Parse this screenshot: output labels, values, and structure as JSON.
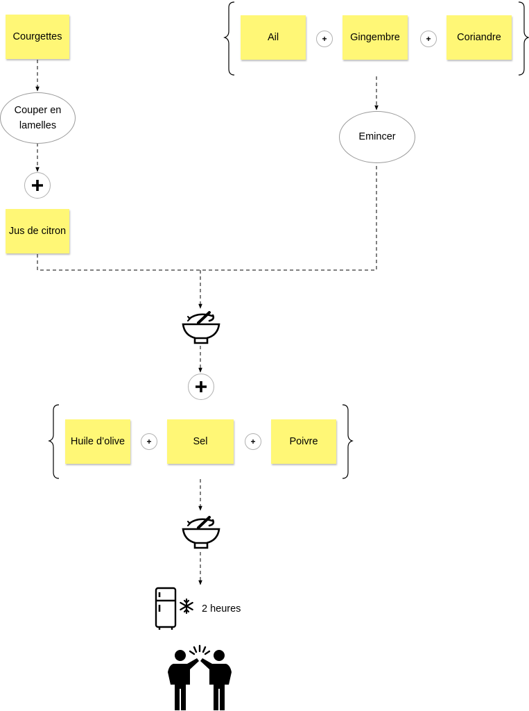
{
  "ingredients": {
    "courgettes": "Courgettes",
    "ail": "Ail",
    "gingembre": "Gingembre",
    "coriandre": "Coriandre",
    "jus_citron": "Jus de citron",
    "huile_olive": "Huile d’olive",
    "sel": "Sel",
    "poivre": "Poivre"
  },
  "steps": {
    "couper_line1": "Couper en",
    "couper_line2": "lamelles",
    "emincer": "Emincer"
  },
  "operators": {
    "plus": "+"
  },
  "fridge": {
    "duration": "2 heures"
  },
  "icons": [
    "mortar-bowl-icon",
    "fridge-icon",
    "snowflake-icon",
    "high-five-icon",
    "plus-icon"
  ]
}
